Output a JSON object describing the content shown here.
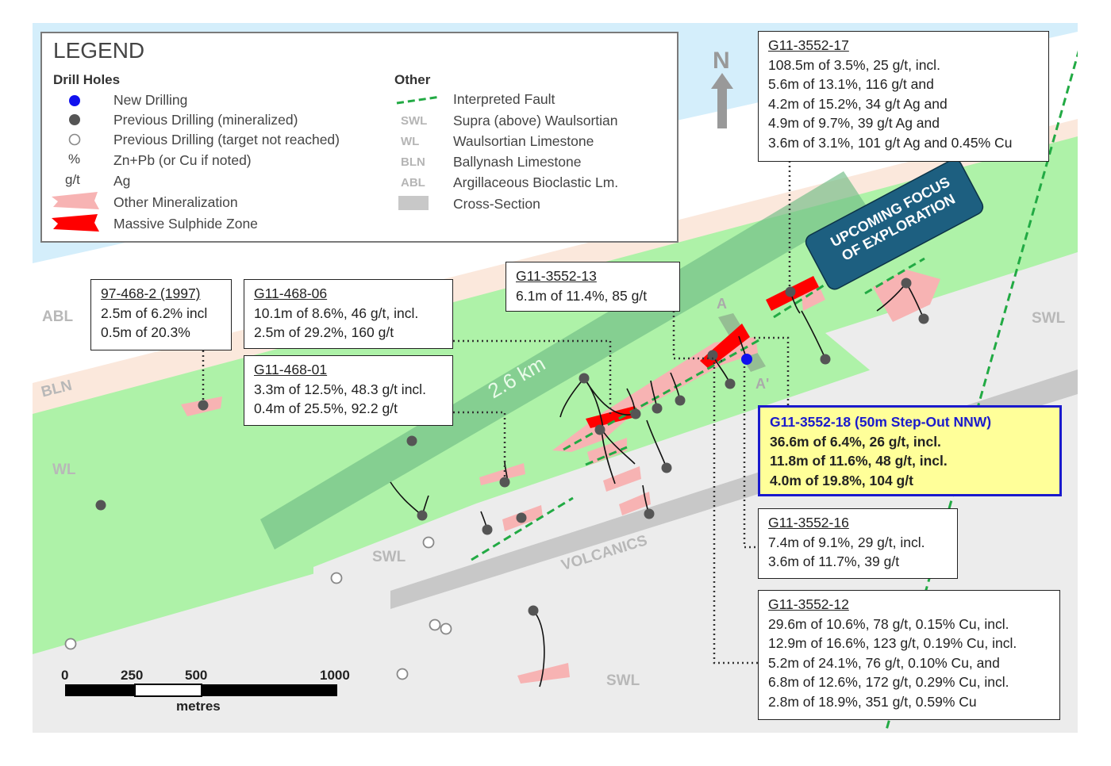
{
  "legend": {
    "title": "LEGEND",
    "drill_holes_heading": "Drill Holes",
    "other_heading": "Other",
    "drill_items": [
      {
        "symbol": "",
        "label": "New Drilling"
      },
      {
        "symbol": "",
        "label": "Previous Drilling (mineralized)"
      },
      {
        "symbol": "",
        "label": "Previous Drilling (target not reached)"
      },
      {
        "symbol": "%",
        "label": "Zn+Pb (or Cu if noted)"
      },
      {
        "symbol": "g/t",
        "label": "Ag"
      },
      {
        "symbol": "",
        "label": "Other Mineralization"
      },
      {
        "symbol": "",
        "label": "Massive Sulphide Zone"
      }
    ],
    "other_items": [
      {
        "code": "",
        "label": "Interpreted Fault"
      },
      {
        "code": "SWL",
        "label": "Supra (above) Waulsortian"
      },
      {
        "code": "WL",
        "label": "Waulsortian Limestone"
      },
      {
        "code": "BLN",
        "label": "Ballynash Limestone"
      },
      {
        "code": "ABL",
        "label": "Argillaceous Bioclastic Lm."
      },
      {
        "code": "",
        "label": "Cross-Section"
      }
    ]
  },
  "map_labels": {
    "north": "N",
    "abl": "ABL",
    "bln": "BLN",
    "wl": "WL",
    "swl": "SWL",
    "volcanics": "VOLCANICS",
    "distance": "2.6 km",
    "upcoming_focus_line1": "UPCOMING FOCUS",
    "upcoming_focus_line2": "OF EXPLORATION",
    "section_a": "A",
    "section_a_prime": "A'"
  },
  "callouts": {
    "hole_97_468_2": {
      "title": "97-468-2 (1997)",
      "lines": [
        "2.5m of 6.2% incl",
        "0.5m of 20.3%"
      ]
    },
    "hole_468_06": {
      "title": "G11-468-06",
      "lines": [
        "10.1m of 8.6%, 46 g/t, incl.",
        "2.5m of 29.2%, 160 g/t"
      ]
    },
    "hole_468_01": {
      "title": "G11-468-01",
      "lines": [
        "3.3m of 12.5%, 48.3 g/t incl.",
        "0.4m of 25.5%, 92.2 g/t"
      ]
    },
    "hole_3552_13": {
      "title": "G11-3552-13",
      "lines": [
        "6.1m of 11.4%, 85 g/t"
      ]
    },
    "hole_3552_17": {
      "title": "G11-3552-17",
      "lines": [
        "108.5m of 3.5%, 25 g/t, incl.",
        "5.6m of 13.1%, 116 g/t and",
        "4.2m of 15.2%, 34 g/t Ag and",
        "4.9m of 9.7%, 39 g/t Ag and",
        "3.6m of 3.1%, 101 g/t Ag and 0.45% Cu"
      ]
    },
    "hole_3552_18": {
      "title": "G11-3552-18 (50m Step-Out NNW)",
      "lines": [
        "36.6m of 6.4%, 26 g/t, incl.",
        "11.8m of 11.6%, 48 g/t, incl.",
        "4.0m of 19.8%, 104 g/t"
      ]
    },
    "hole_3552_16": {
      "title": "G11-3552-16",
      "lines": [
        "7.4m of 9.1%, 29 g/t, incl.",
        "3.6m of 11.7%, 39 g/t"
      ]
    },
    "hole_3552_12": {
      "title": "G11-3552-12",
      "lines": [
        "29.6m of 10.6%, 78 g/t, 0.15% Cu, incl.",
        "12.9m of 16.6%, 123 g/t, 0.19% Cu, incl.",
        "5.2m of 24.1%, 76 g/t, 0.10% Cu, and",
        "6.8m of 12.6%, 172 g/t, 0.29% Cu, incl.",
        "2.8m of 18.9%, 351 g/t, 0.59% Cu"
      ]
    }
  },
  "scale_bar": {
    "ticks": [
      "0",
      "250",
      "500",
      "1000"
    ],
    "unit": "metres"
  },
  "colors": {
    "sea": "#d4eefb",
    "abl": "#ffffff",
    "bln": "#fbe8dc",
    "wl": "#aef2a8",
    "swl": "#ececec",
    "volcanics": "#c8c8c8",
    "fault": "#22aa44",
    "new_drilling": "#1111ee",
    "previous_drilling": "#555555",
    "massive_sulphide": "#ff0000",
    "other_mineralization": "#f7b3b3",
    "focus_box": "#1d5f80",
    "highlight_fill": "#ffff99",
    "highlight_border": "#1a1acc"
  }
}
